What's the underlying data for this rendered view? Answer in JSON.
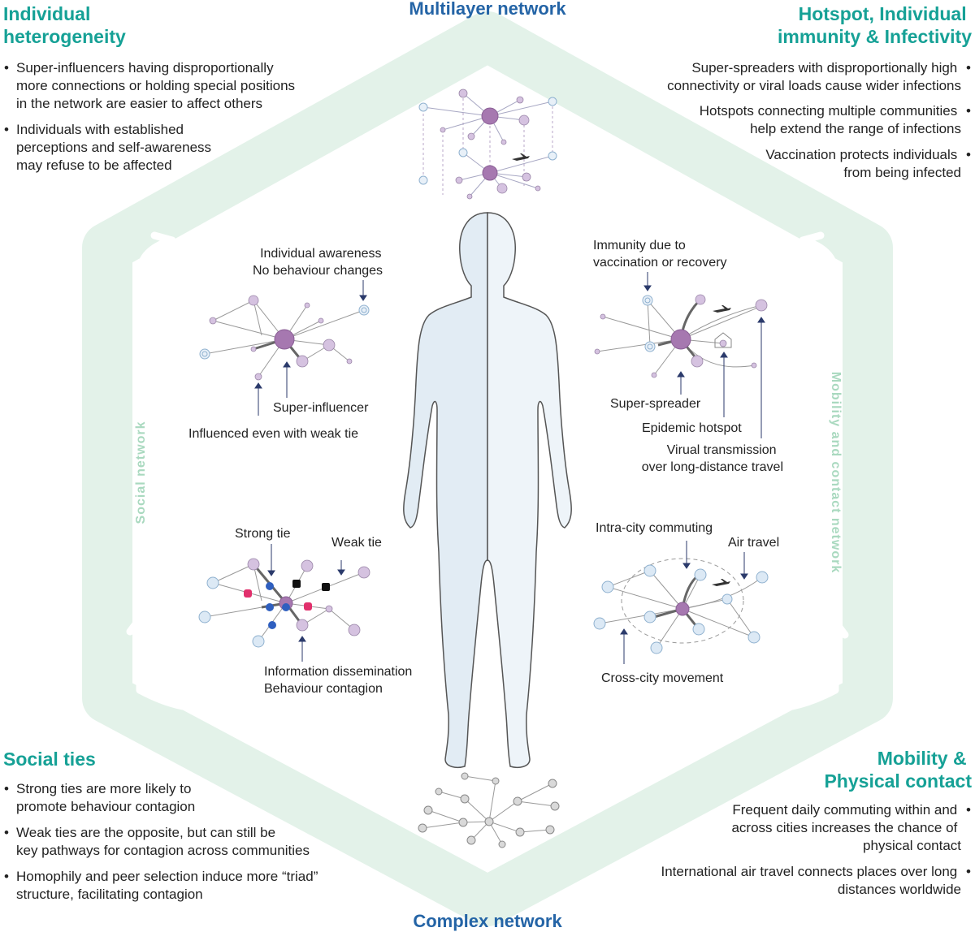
{
  "colors": {
    "teal": "#16a196",
    "blue": "#2464a6",
    "hexagon": "#e3f2e9",
    "purple_node": "#c7a8d4",
    "hub_node": "#a678b0",
    "blue_node": "#dce9f5",
    "human_fill": "#e6eff6"
  },
  "titles": {
    "multilayer": "Multilayer network",
    "complex": "Complex network",
    "individual_heterogeneity": [
      "Individual",
      "heterogeneity"
    ],
    "hotspot": [
      "Hotspot, Individual",
      "immunity & Infectivity"
    ],
    "social_ties": "Social ties",
    "mobility": [
      "Mobility &",
      "Physical contact"
    ]
  },
  "side_labels": {
    "social_network": "Social network",
    "mobility_contact": "Mobility and contact network"
  },
  "individual_heterogeneity_bullets": [
    [
      "Super-influencers having disproportionally",
      "more connections or holding special positions",
      "in the network are easier to affect others"
    ],
    [
      "Individuals with established",
      "perceptions and self-awareness",
      "may refuse to be affected"
    ]
  ],
  "hotspot_bullets": [
    [
      "Super-spreaders with disproportionally high",
      "connectivity or viral loads cause wider infections"
    ],
    [
      "Hotspots connecting multiple communities",
      "help extend the range of infections"
    ],
    [
      "Vaccination protects individuals",
      "from being infected"
    ]
  ],
  "social_ties_bullets": [
    [
      "Strong ties are more likely to",
      "promote behaviour contagion"
    ],
    [
      "Weak ties are the opposite, but can still be",
      "key pathways for contagion across communities"
    ],
    [
      "Homophily and peer selection induce more “triad”",
      "structure, facilitating contagion"
    ]
  ],
  "mobility_bullets": [
    [
      "Frequent daily commuting within and",
      "across cities increases the chance of",
      "physical contact"
    ],
    [
      "International air travel connects places over long",
      "distances worldwide"
    ]
  ],
  "annotations": {
    "individual_awareness": [
      "Individual awareness",
      "No behaviour changes"
    ],
    "super_influencer": "Super-influencer",
    "weak_tie_influence": "Influenced even with weak tie",
    "immunity": [
      "Immunity due to",
      "vaccination or recovery"
    ],
    "super_spreader": "Super-spreader",
    "epidemic_hotspot": "Epidemic hotspot",
    "viral_transmission": [
      "Virual transmission",
      "over long-distance travel"
    ],
    "strong_tie": "Strong tie",
    "weak_tie": "Weak tie",
    "info_dissemination": [
      "Information dissemination",
      "Behaviour contagion"
    ],
    "intra_city": "Intra-city commuting",
    "air_travel": "Air travel",
    "cross_city": "Cross-city movement"
  },
  "icon_names": [
    "person-silhouette-icon",
    "airplane-icon",
    "house-icon",
    "facebook-icon",
    "x-icon",
    "instagram-icon",
    "up-arrow-icon"
  ]
}
